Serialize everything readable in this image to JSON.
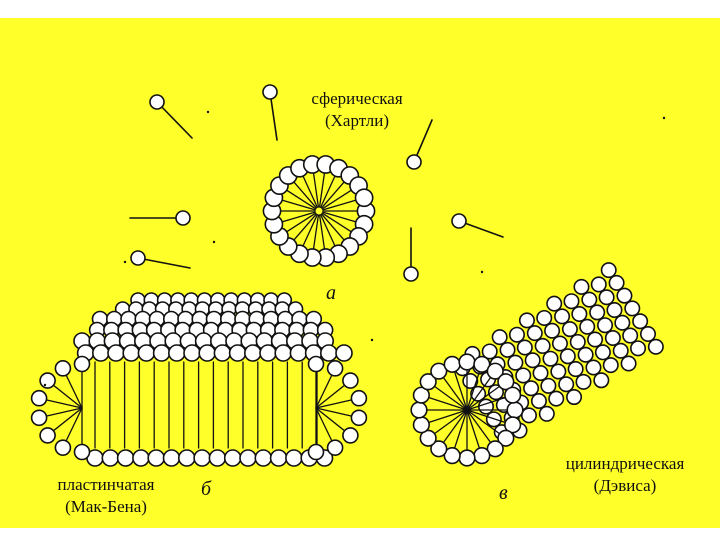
{
  "colors": {
    "background": "#ffff2a",
    "ink": "#111111",
    "head_fill": "#ffffff"
  },
  "labels": {
    "spherical": {
      "line1": "сферическая",
      "line2": "(Хартли)",
      "letter": "а"
    },
    "lamellar": {
      "line1": "пластинчатая",
      "line2": "(Мак-Бена)",
      "letter": "б"
    },
    "cylindrical": {
      "line1": "цилиндрическая",
      "line2": "(Дэвиса)",
      "letter": "в"
    }
  }
}
